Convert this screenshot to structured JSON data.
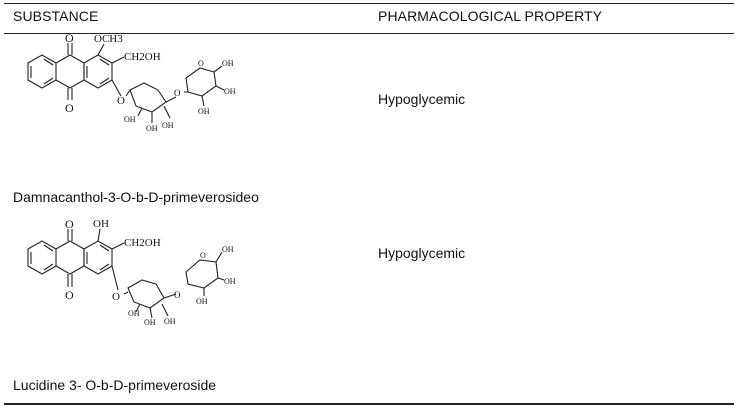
{
  "table": {
    "headers": {
      "substance": "SUBSTANCE",
      "property": "PHARMACOLOGICAL PROPERTY"
    },
    "rows": [
      {
        "substance": "Damnacanthol-3-O-b-D-primeverosideo",
        "property": "Hypoglycemic",
        "structure": {
          "o_top": "O",
          "o_bottom": "O",
          "methoxy": "OCH3",
          "hydroxymethyl": "CH2OH",
          "glycoside_o1": "O",
          "glycoside_o2": "O",
          "glycoside_o3": "O",
          "oh1": "OH",
          "oh2": "OH",
          "oh3": "OH",
          "oh4": "OH",
          "oh5": "OH",
          "oh6": "OH"
        }
      },
      {
        "substance": "Lucidine 3- O-b-D-primeveroside",
        "property": "Hypoglycemic",
        "structure": {
          "o_top": "O",
          "o_bottom": "O",
          "oh_top": "OH",
          "hydroxymethyl": "CH2OH",
          "glycoside_o1": "O",
          "glycoside_o2": "O",
          "glycoside_o3": "O",
          "oh1": "OH",
          "oh2": "OH",
          "oh3": "OH",
          "oh4": "OH",
          "oh5": "OH",
          "oh6": "OH"
        }
      }
    ]
  }
}
